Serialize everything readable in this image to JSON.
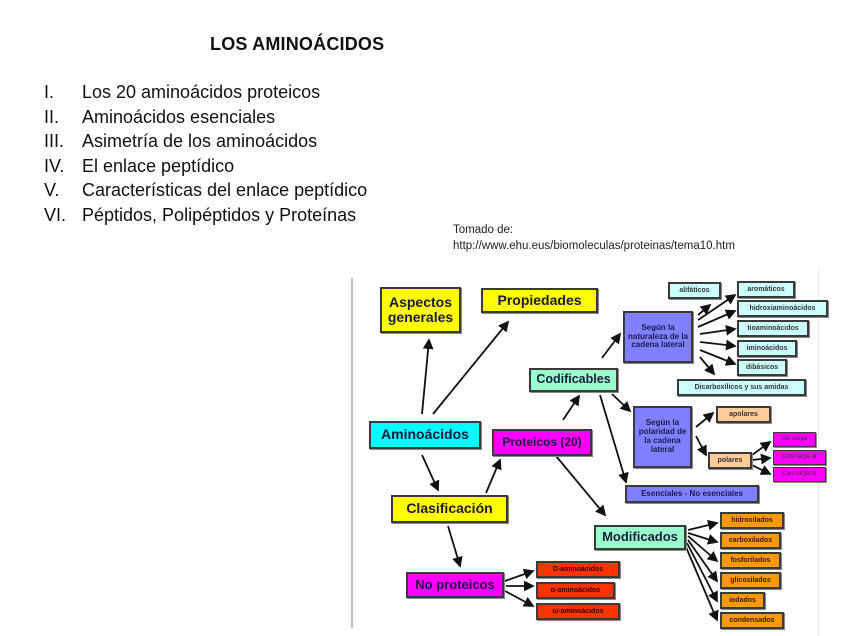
{
  "document": {
    "title": "LOS AMINOÁCIDOS",
    "toc": [
      {
        "num": "I.",
        "text": "Los 20 aminoácidos proteicos"
      },
      {
        "num": "II.",
        "text": "Aminoácidos esenciales"
      },
      {
        "num": "III.",
        "text": "Asimetría de los aminoácidos"
      },
      {
        "num": "IV.",
        "text": "El enlace peptídico"
      },
      {
        "num": "V.",
        "text": "Características del enlace peptídico"
      },
      {
        "num": "VI.",
        "text": "Péptidos, Polipéptidos y Proteínas"
      }
    ],
    "source": {
      "label": "Tomado de:",
      "url": "http://www.ehu.eus/biomoleculas/proteinas/tema10.htm"
    }
  },
  "diagram": {
    "colors": {
      "yellow": "#ffff00",
      "cyan": "#00ffff",
      "magenta": "#ff00ff",
      "mint": "#99ffcc",
      "violet": "#8080ff",
      "light_cyan": "#ccffff",
      "peach": "#ffcc99",
      "red": "#ff3300",
      "orange": "#ff9900"
    },
    "nodes": {
      "aspectos": "Aspectos generales",
      "propiedades": "Propiedades",
      "aminoacidos": "Aminoácidos",
      "clasificacion": "Clasificación",
      "proteicos": "Proteicos (20)",
      "no_proteicos": "No proteicos",
      "codificables": "Codificables",
      "modificados": "Modificados",
      "segun_naturaleza": "Según la naturaleza de la cadena lateral",
      "segun_polaridad": "Según la polaridad de la cadena lateral",
      "esenciales": "Esenciales - No esenciales",
      "alifaticos": "alifáticos",
      "aromaticos": "aromáticos",
      "hidroxiaminoacidos": "hidroxiaminoácidos",
      "tioaminoacidos": "tioaminoácidos",
      "iminoacidos": "iminoácidos",
      "dibasicos": "dibásicos",
      "dicarboxilicos": "Dicarboxílicos y sus amidas",
      "apolares": "apolares",
      "polares": "polares",
      "sin_carga": "Sin carga",
      "con_carga_pos": "Con carga ⊕",
      "con_carga_neg": "Con carga ⊖",
      "d_aminoacidos": "D-aminoácidos",
      "alfa_aminoacidos": "α-aminoácidos",
      "omega_aminoacidos": "ω-aminoácidos",
      "hidroxilados": "hidroxilados",
      "carboxilados": "carboxilados",
      "fosforilados": "fosforilados",
      "glicosilados": "glicosilados",
      "iodados": "iodados",
      "condensados": "condensados"
    }
  }
}
